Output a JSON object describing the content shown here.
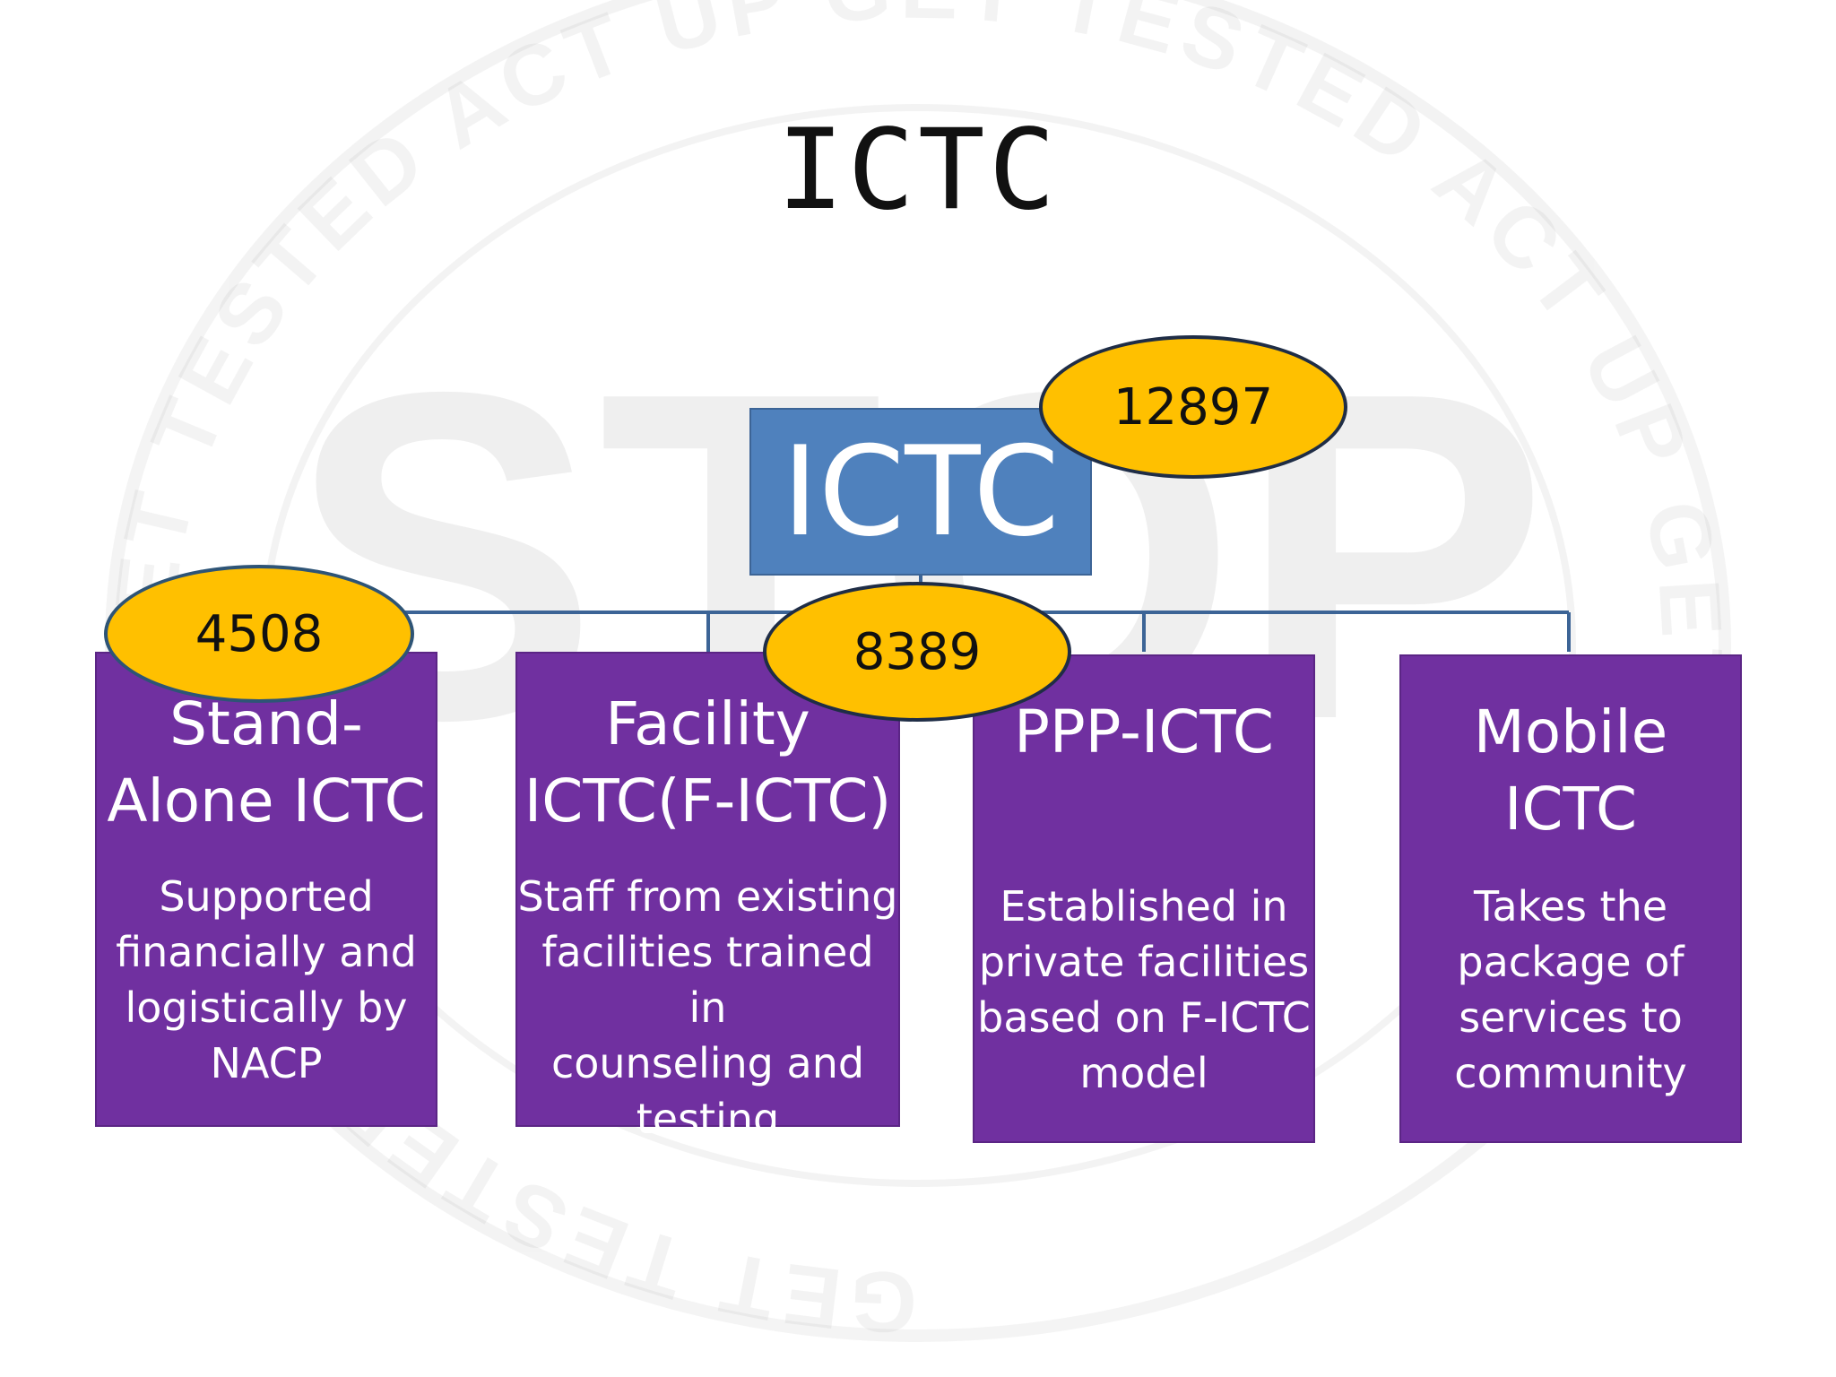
{
  "title": "ICTC",
  "watermark": {
    "big_text": "STOP",
    "ring_text": "GET TESTED  ACT UP  GET TESTED  ACT UP  GET TESTED  ACT UP  GET TESTED"
  },
  "root": {
    "label": "ICTC",
    "count": "12897"
  },
  "children": [
    {
      "title": "Stand-\nAlone ICTC",
      "description": "Supported\nfinancially and\nlogistically by\nNACP",
      "count": "4508"
    },
    {
      "title": "Facility\nICTC(F-ICTC)",
      "description": "Staff from existing\nfacilities trained in\ncounseling and\ntesting",
      "count": "8389"
    },
    {
      "title": "PPP-ICTC",
      "description": "Established in\nprivate facilities\nbased on F-ICTC\nmodel"
    },
    {
      "title": "Mobile\nICTC",
      "description": "Takes the\npackage of\nservices to\ncommunity"
    }
  ],
  "colors": {
    "root_fill": "#4f81bd",
    "child_fill": "#7030a0",
    "badge_fill": "#ffc000",
    "connector": "#3c6496"
  }
}
